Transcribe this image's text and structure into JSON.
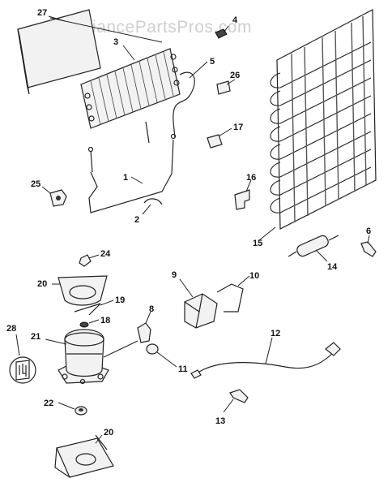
{
  "watermark": "AppliancePartsPros.com",
  "labels": {
    "p1": "1",
    "p2": "2",
    "p3": "3",
    "p4": "4",
    "p5": "5",
    "p6": "6",
    "p8": "8",
    "p9": "9",
    "p10": "10",
    "p11": "11",
    "p12": "12",
    "p13": "13",
    "p14": "14",
    "p15": "15",
    "p16": "16",
    "p17": "17",
    "p18": "18",
    "p19": "19",
    "p20a": "20",
    "p20b": "20",
    "p21": "21",
    "p22": "22",
    "p24": "24",
    "p25": "25",
    "p26": "26",
    "p27": "27",
    "p28": "28"
  },
  "icons": {
    "part28": "plug-connector-icon"
  }
}
